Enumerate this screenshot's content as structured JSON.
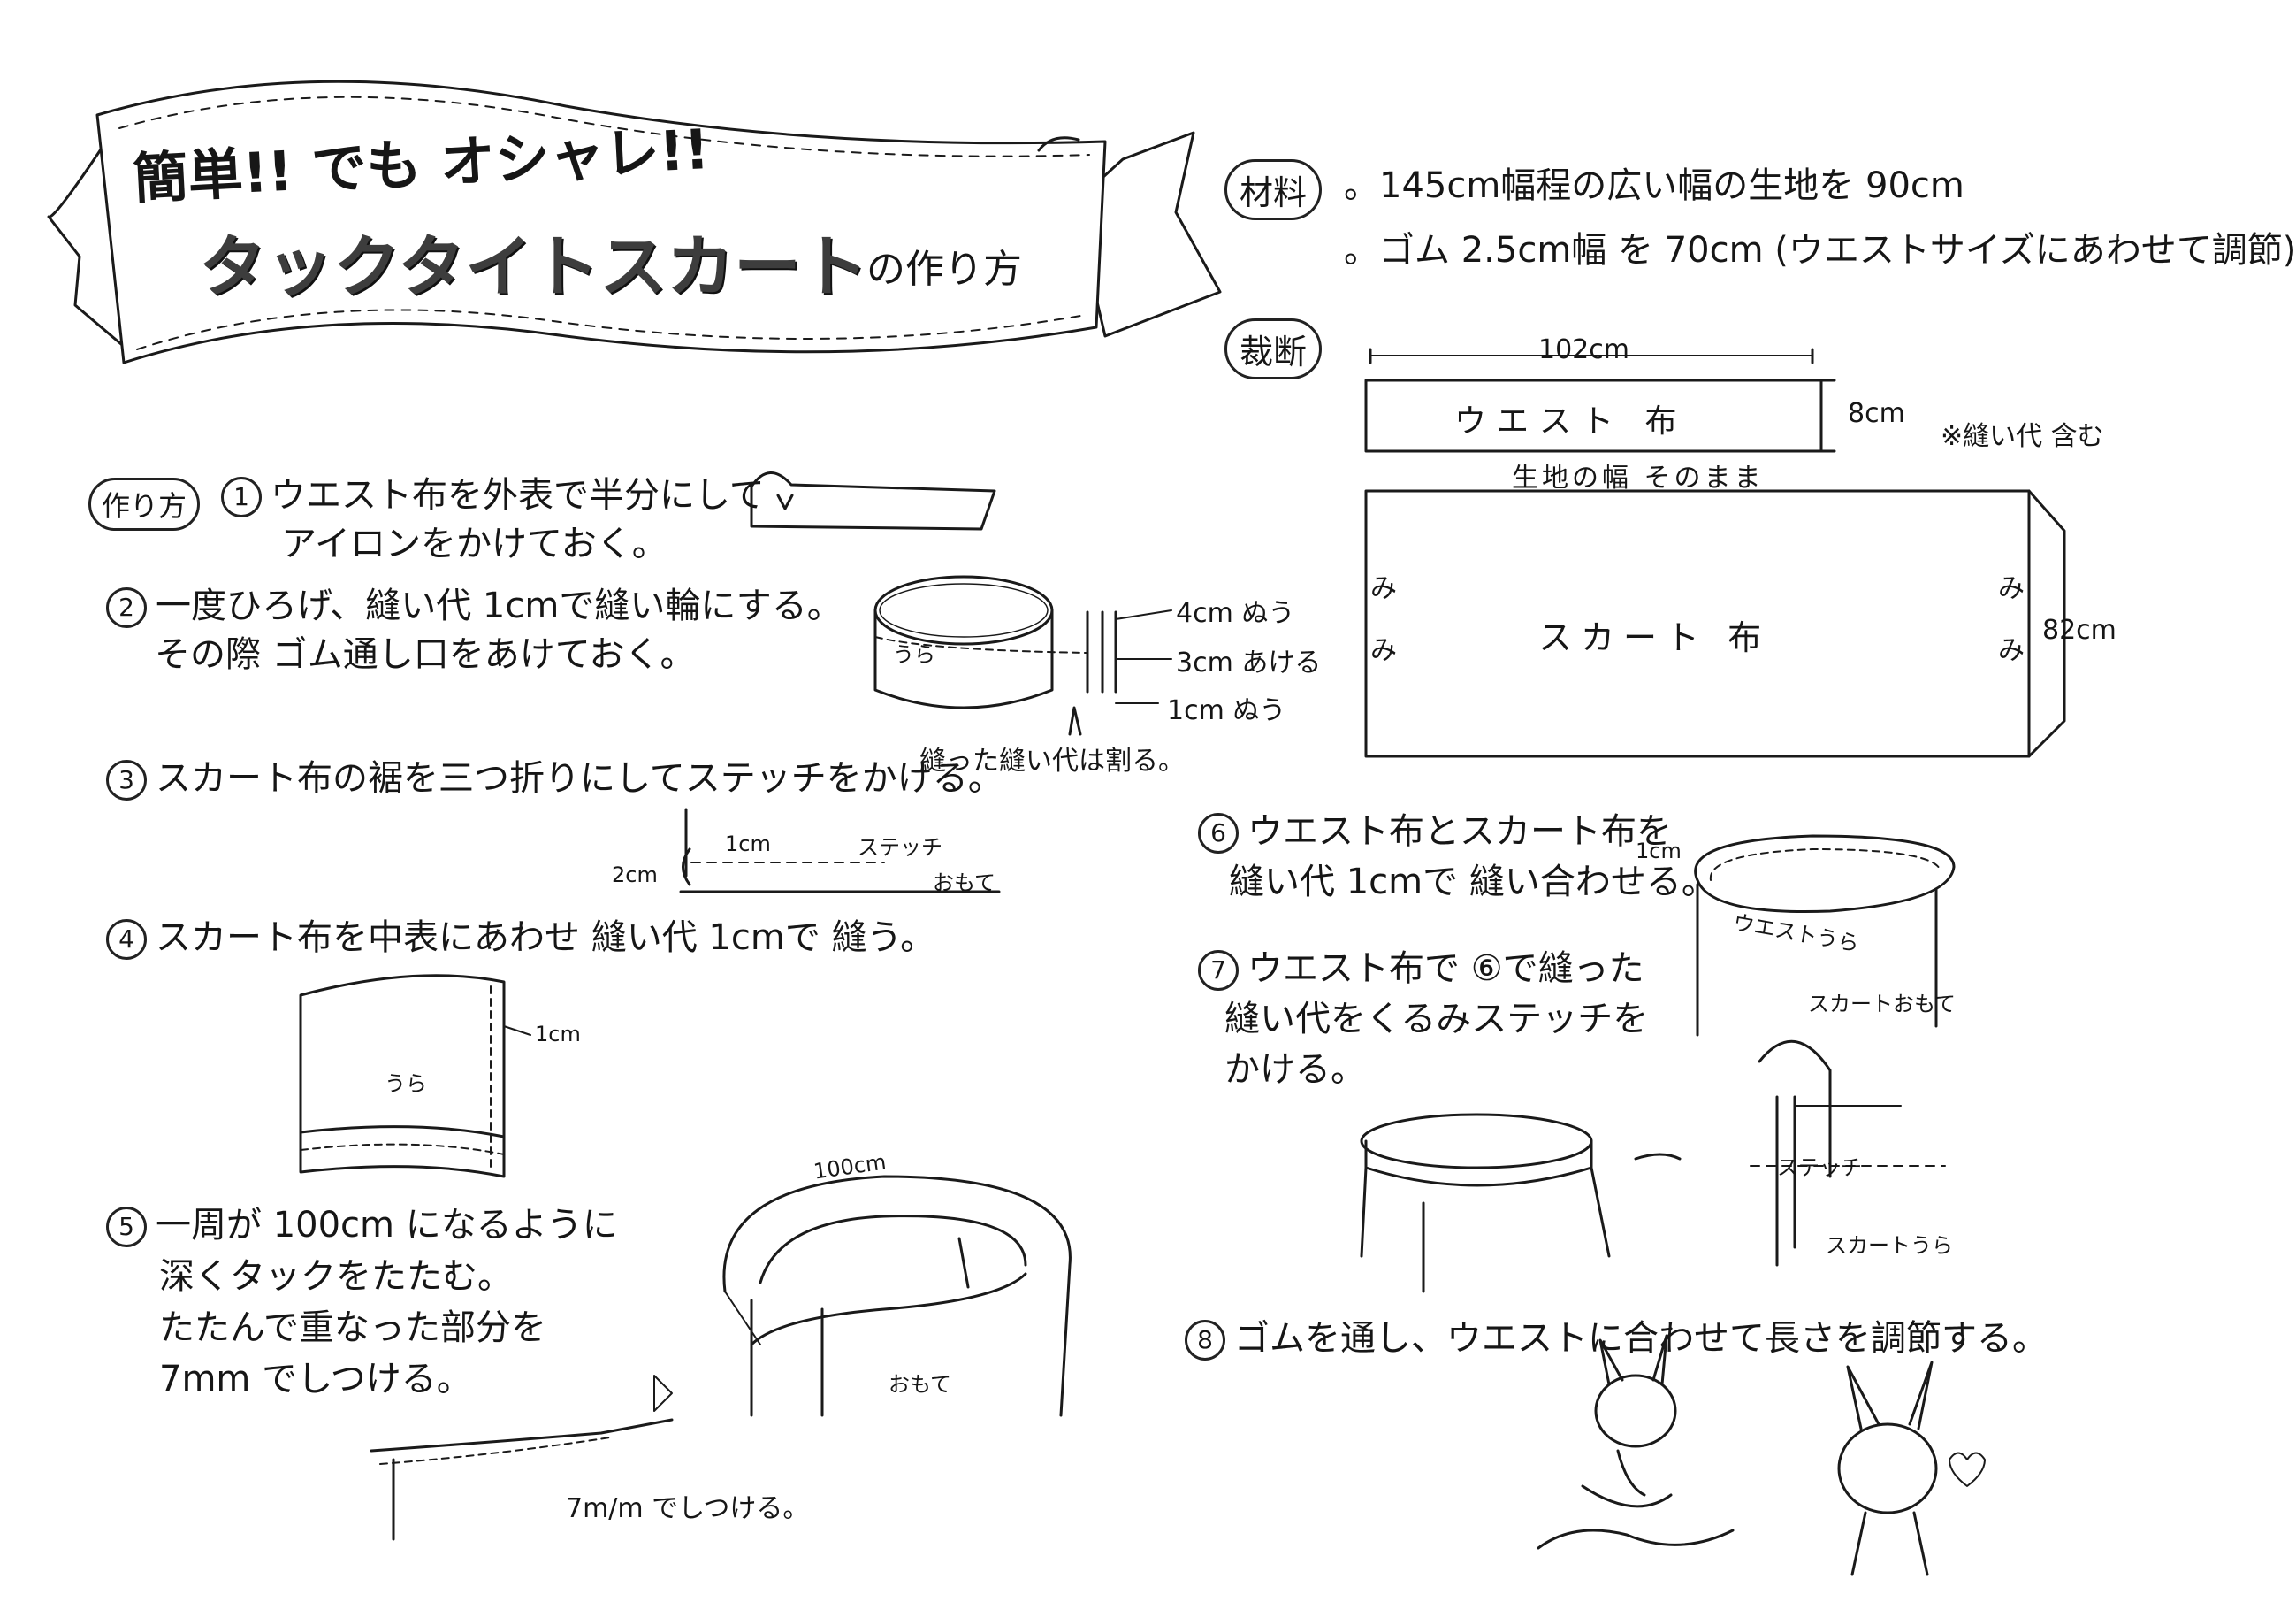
{
  "header": {
    "title_line1": "簡単!! でも オシャレ!!",
    "title_line2": "タックタイトスカート",
    "title_suffix": "の作り方"
  },
  "materials": {
    "label": "材料",
    "items": [
      "。145cm幅程の広い幅の生地を 90cm",
      "。ゴム 2.5cm幅 を 70cm (ウエストサイズにあわせて調節)"
    ]
  },
  "cutting": {
    "label": "裁断",
    "waist_width": "102cm",
    "waist_label": "ウエスト 布",
    "waist_height": "8cm",
    "seam_note": "※縫い代 含む",
    "fabric_width_note": "生地の幅 そのまま",
    "selvage": "み",
    "skirt_label": "スカート 布",
    "skirt_height": "82cm"
  },
  "steps_label": "作り方",
  "steps": {
    "s1": {
      "num": "1",
      "line1": "ウエスト布を外表で半分にして",
      "line2": "アイロンをかけておく。"
    },
    "s2": {
      "num": "2",
      "line1": "一度ひろげ、縫い代 1cmで縫い輪にする。",
      "line2": "その際 ゴム通し口をあけておく。",
      "ura": "うら",
      "l4": "4cm ぬう",
      "l3": "3cm あける",
      "l1": "1cm ぬう",
      "split": "縫った縫い代は割る。"
    },
    "s3": {
      "num": "3",
      "line1": "スカート布の裾を三つ折りにしてステッチをかける。",
      "l1cm": "1cm",
      "l2cm": "2cm",
      "stitch": "ステッチ",
      "omote": "おもて"
    },
    "s4": {
      "num": "4",
      "line1": "スカート布を中表にあわせ 縫い代 1cmで 縫う。",
      "ura": "うら",
      "l1cm": "1cm"
    },
    "s5": {
      "num": "5",
      "line1": "一周が 100cm になるように",
      "line2": "深くタックをたたむ。",
      "line3": "たたんで重なった部分を",
      "line4": "7mm でしつける。",
      "l100": "100cm",
      "omote": "おもて",
      "baste": "7m/m でしつける。"
    },
    "s6": {
      "num": "6",
      "line1": "ウエスト布とスカート布を",
      "line2": "縫い代 1cmで 縫い合わせる。",
      "l1cm": "1cm",
      "waist_ura": "ウエストうら",
      "skirt_omote": "スカートおもて"
    },
    "s7": {
      "num": "7",
      "line1": "ウエスト布で ⑥で縫った",
      "line2": "縫い代をくるみステッチを",
      "line3": "かける。",
      "stitch": "ステッチ",
      "skirt_ura": "スカートうら"
    },
    "s8": {
      "num": "8",
      "line1": "ゴムを通し、ウエストに合わせて長さを調節する。"
    }
  },
  "colors": {
    "ink": "#161616",
    "banner_shade": "#6e6e6e",
    "paper": "#ffffff"
  }
}
